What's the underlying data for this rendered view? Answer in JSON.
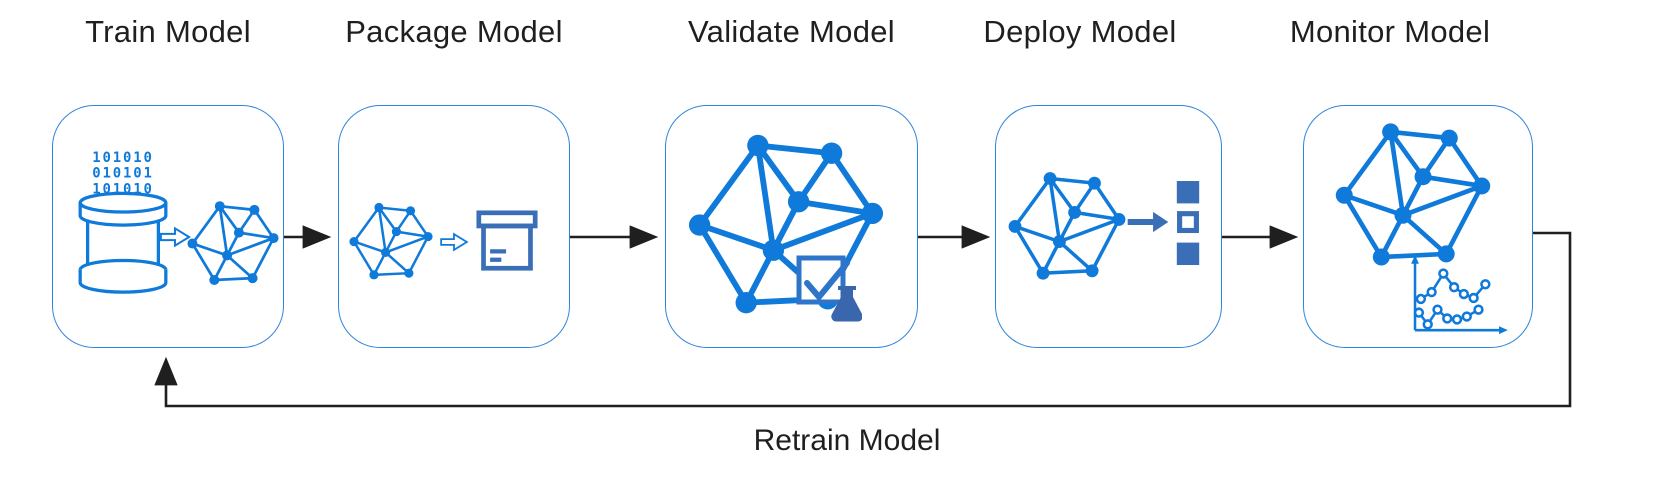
{
  "stages": [
    {
      "title": "Train Model",
      "icons": [
        "binary-data",
        "database",
        "hollow-transform-arrow",
        "model-network-graph"
      ]
    },
    {
      "title": "Package Model",
      "icons": [
        "model-network-graph",
        "hollow-transform-arrow",
        "package-box"
      ]
    },
    {
      "title": "Validate Model",
      "icons": [
        "model-network-graph",
        "checkmark-square",
        "lab-flask"
      ]
    },
    {
      "title": "Deploy Model",
      "icons": [
        "model-network-graph",
        "solid-arrow",
        "stacked-modules"
      ]
    },
    {
      "title": "Monitor Model",
      "icons": [
        "model-network-graph",
        "metrics-line-chart"
      ]
    }
  ],
  "feedback_label": "Retrain Model",
  "train_icon_binary": [
    "101010",
    "010101",
    "101010"
  ],
  "flow": [
    "Train Model",
    "Package Model",
    "Validate Model",
    "Deploy Model",
    "Monitor Model",
    "Retrain Model loop back to Train Model"
  ],
  "colors": {
    "icon_blue": "#0f7ad9",
    "box_border_blue": "#2e86d9",
    "muted_accent_blue": "#3a6fb7",
    "connector_black": "#1f1f1f",
    "title_text": "#1f1f1f"
  }
}
